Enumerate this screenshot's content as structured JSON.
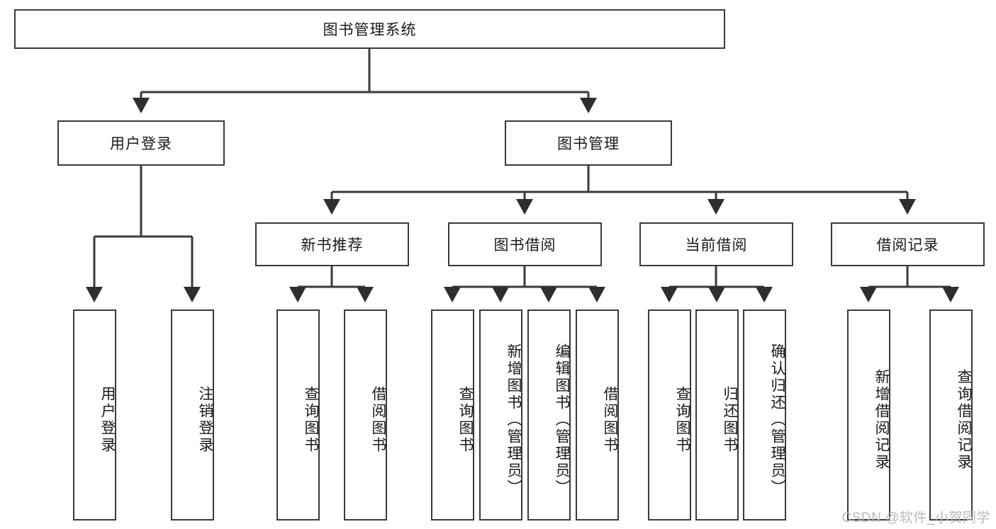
{
  "diagram": {
    "title": "图书管理系统",
    "type": "tree",
    "root": {
      "label": "图书管理系统"
    },
    "level2": [
      {
        "label": "用户登录"
      },
      {
        "label": "图书管理"
      }
    ],
    "level3": [
      {
        "label": "新书推荐"
      },
      {
        "label": "图书借阅"
      },
      {
        "label": "当前借阅"
      },
      {
        "label": "借阅记录"
      }
    ],
    "leaves": {
      "user_login": [
        {
          "label": "用户登录"
        },
        {
          "label": "注销登录"
        }
      ],
      "new_book_recommend": [
        {
          "label": "查询图书"
        },
        {
          "label": "借阅图书"
        }
      ],
      "book_borrow": [
        {
          "label": "查询图书"
        },
        {
          "label": "新增图书（管理员）"
        },
        {
          "label": "编辑图书（管理员）"
        },
        {
          "label": "借阅图书"
        }
      ],
      "current_borrow": [
        {
          "label": "查询图书"
        },
        {
          "label": "归还图书"
        },
        {
          "label": "确认归还（管理员）"
        }
      ],
      "borrow_record": [
        {
          "label": "新增借阅记录"
        },
        {
          "label": "查询借阅记录"
        }
      ]
    }
  },
  "watermark": {
    "text": "CSDN @软件_小贺同学"
  },
  "colors": {
    "background": "#ffffff",
    "box_border": "#3a3a3a",
    "box_fill": "#ffffff",
    "text": "#1a1a1a",
    "line": "#3a3a3a",
    "watermark": "#b9b9b9"
  }
}
